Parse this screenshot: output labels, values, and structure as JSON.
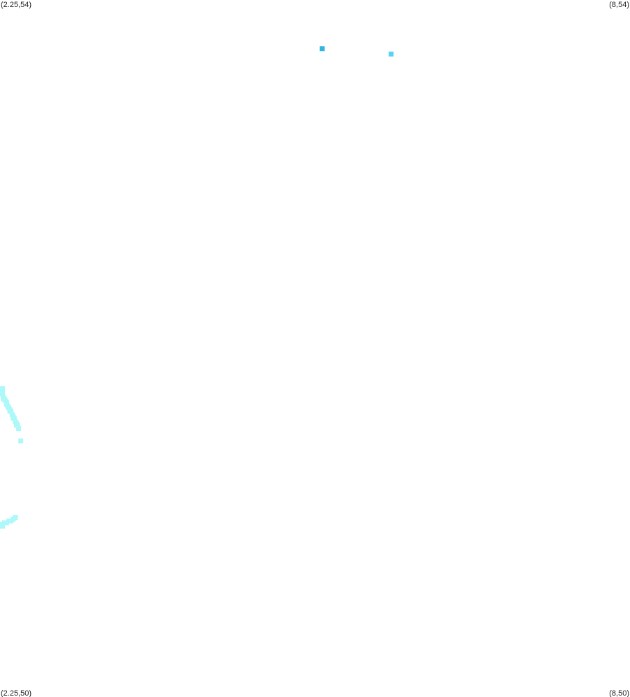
{
  "corner_labels": {
    "top_left": "(2.25,54)",
    "top_right": "(8,54)",
    "bottom_left": "(2.25,50)",
    "bottom_right": "(8,50)"
  },
  "chart_data": {
    "type": "scatter",
    "title": "",
    "xlabel": "",
    "ylabel": "",
    "xlim": [
      2.25,
      8
    ],
    "ylim": [
      50,
      54
    ],
    "grid": false,
    "legend": "none",
    "series": [
      {
        "color": "#33b3e6",
        "points": [
          [
            5.19,
            53.72
          ]
        ]
      },
      {
        "color": "#5ad2f5",
        "points": [
          [
            5.82,
            53.69
          ]
        ]
      },
      {
        "color": "#adf8f8",
        "points": [
          [
            2.25,
            51.77
          ],
          [
            2.26,
            51.75
          ],
          [
            2.27,
            51.74
          ],
          [
            2.28,
            51.72
          ],
          [
            2.29,
            51.71
          ],
          [
            2.3,
            51.7
          ],
          [
            2.31,
            51.69
          ],
          [
            2.32,
            51.67
          ],
          [
            2.33,
            51.66
          ],
          [
            2.34,
            51.65
          ],
          [
            2.35,
            51.64
          ],
          [
            2.36,
            51.62
          ],
          [
            2.37,
            51.61
          ],
          [
            2.38,
            51.6
          ],
          [
            2.39,
            51.58
          ],
          [
            2.4,
            51.57
          ],
          [
            2.41,
            51.56
          ],
          [
            2.42,
            51.54
          ],
          [
            2.44,
            51.47
          ],
          [
            2.26,
            51.74
          ],
          [
            2.28,
            51.71
          ],
          [
            2.31,
            51.68
          ],
          [
            2.34,
            51.64
          ],
          [
            2.37,
            51.6
          ],
          [
            2.4,
            51.56
          ]
        ]
      },
      {
        "color": "#adf8f8",
        "points": [
          [
            2.25,
            50.98
          ],
          [
            2.27,
            50.99
          ],
          [
            2.29,
            51.0
          ],
          [
            2.31,
            51.0
          ],
          [
            2.33,
            51.01
          ],
          [
            2.35,
            51.01
          ],
          [
            2.37,
            51.02
          ],
          [
            2.39,
            51.03
          ],
          [
            2.26,
            50.99
          ],
          [
            2.3,
            51.0
          ],
          [
            2.34,
            51.01
          ]
        ]
      }
    ]
  }
}
